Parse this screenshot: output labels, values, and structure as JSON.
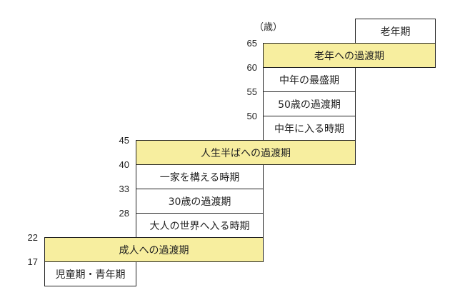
{
  "unit_label": "（歳）",
  "stages": [
    {
      "label": "老年期",
      "highlight": false
    },
    {
      "label": "老年への過渡期",
      "highlight": true
    },
    {
      "label": "中年の最盛期",
      "highlight": false
    },
    {
      "label": "50歳の過渡期",
      "highlight": false
    },
    {
      "label": "中年に入る時期",
      "highlight": false
    },
    {
      "label": "人生半ばへの過渡期",
      "highlight": true
    },
    {
      "label": "一家を構える時期",
      "highlight": false
    },
    {
      "label": "30歳の過渡期",
      "highlight": false
    },
    {
      "label": "大人の世界へ入る時期",
      "highlight": false
    },
    {
      "label": "成人への過渡期",
      "highlight": true
    },
    {
      "label": "児童期・青年期",
      "highlight": false
    }
  ],
  "ages": [
    "65",
    "60",
    "55",
    "50",
    "45",
    "40",
    "33",
    "28",
    "22",
    "17"
  ],
  "colors": {
    "highlight": "#f7ee9f",
    "border": "#222222"
  }
}
